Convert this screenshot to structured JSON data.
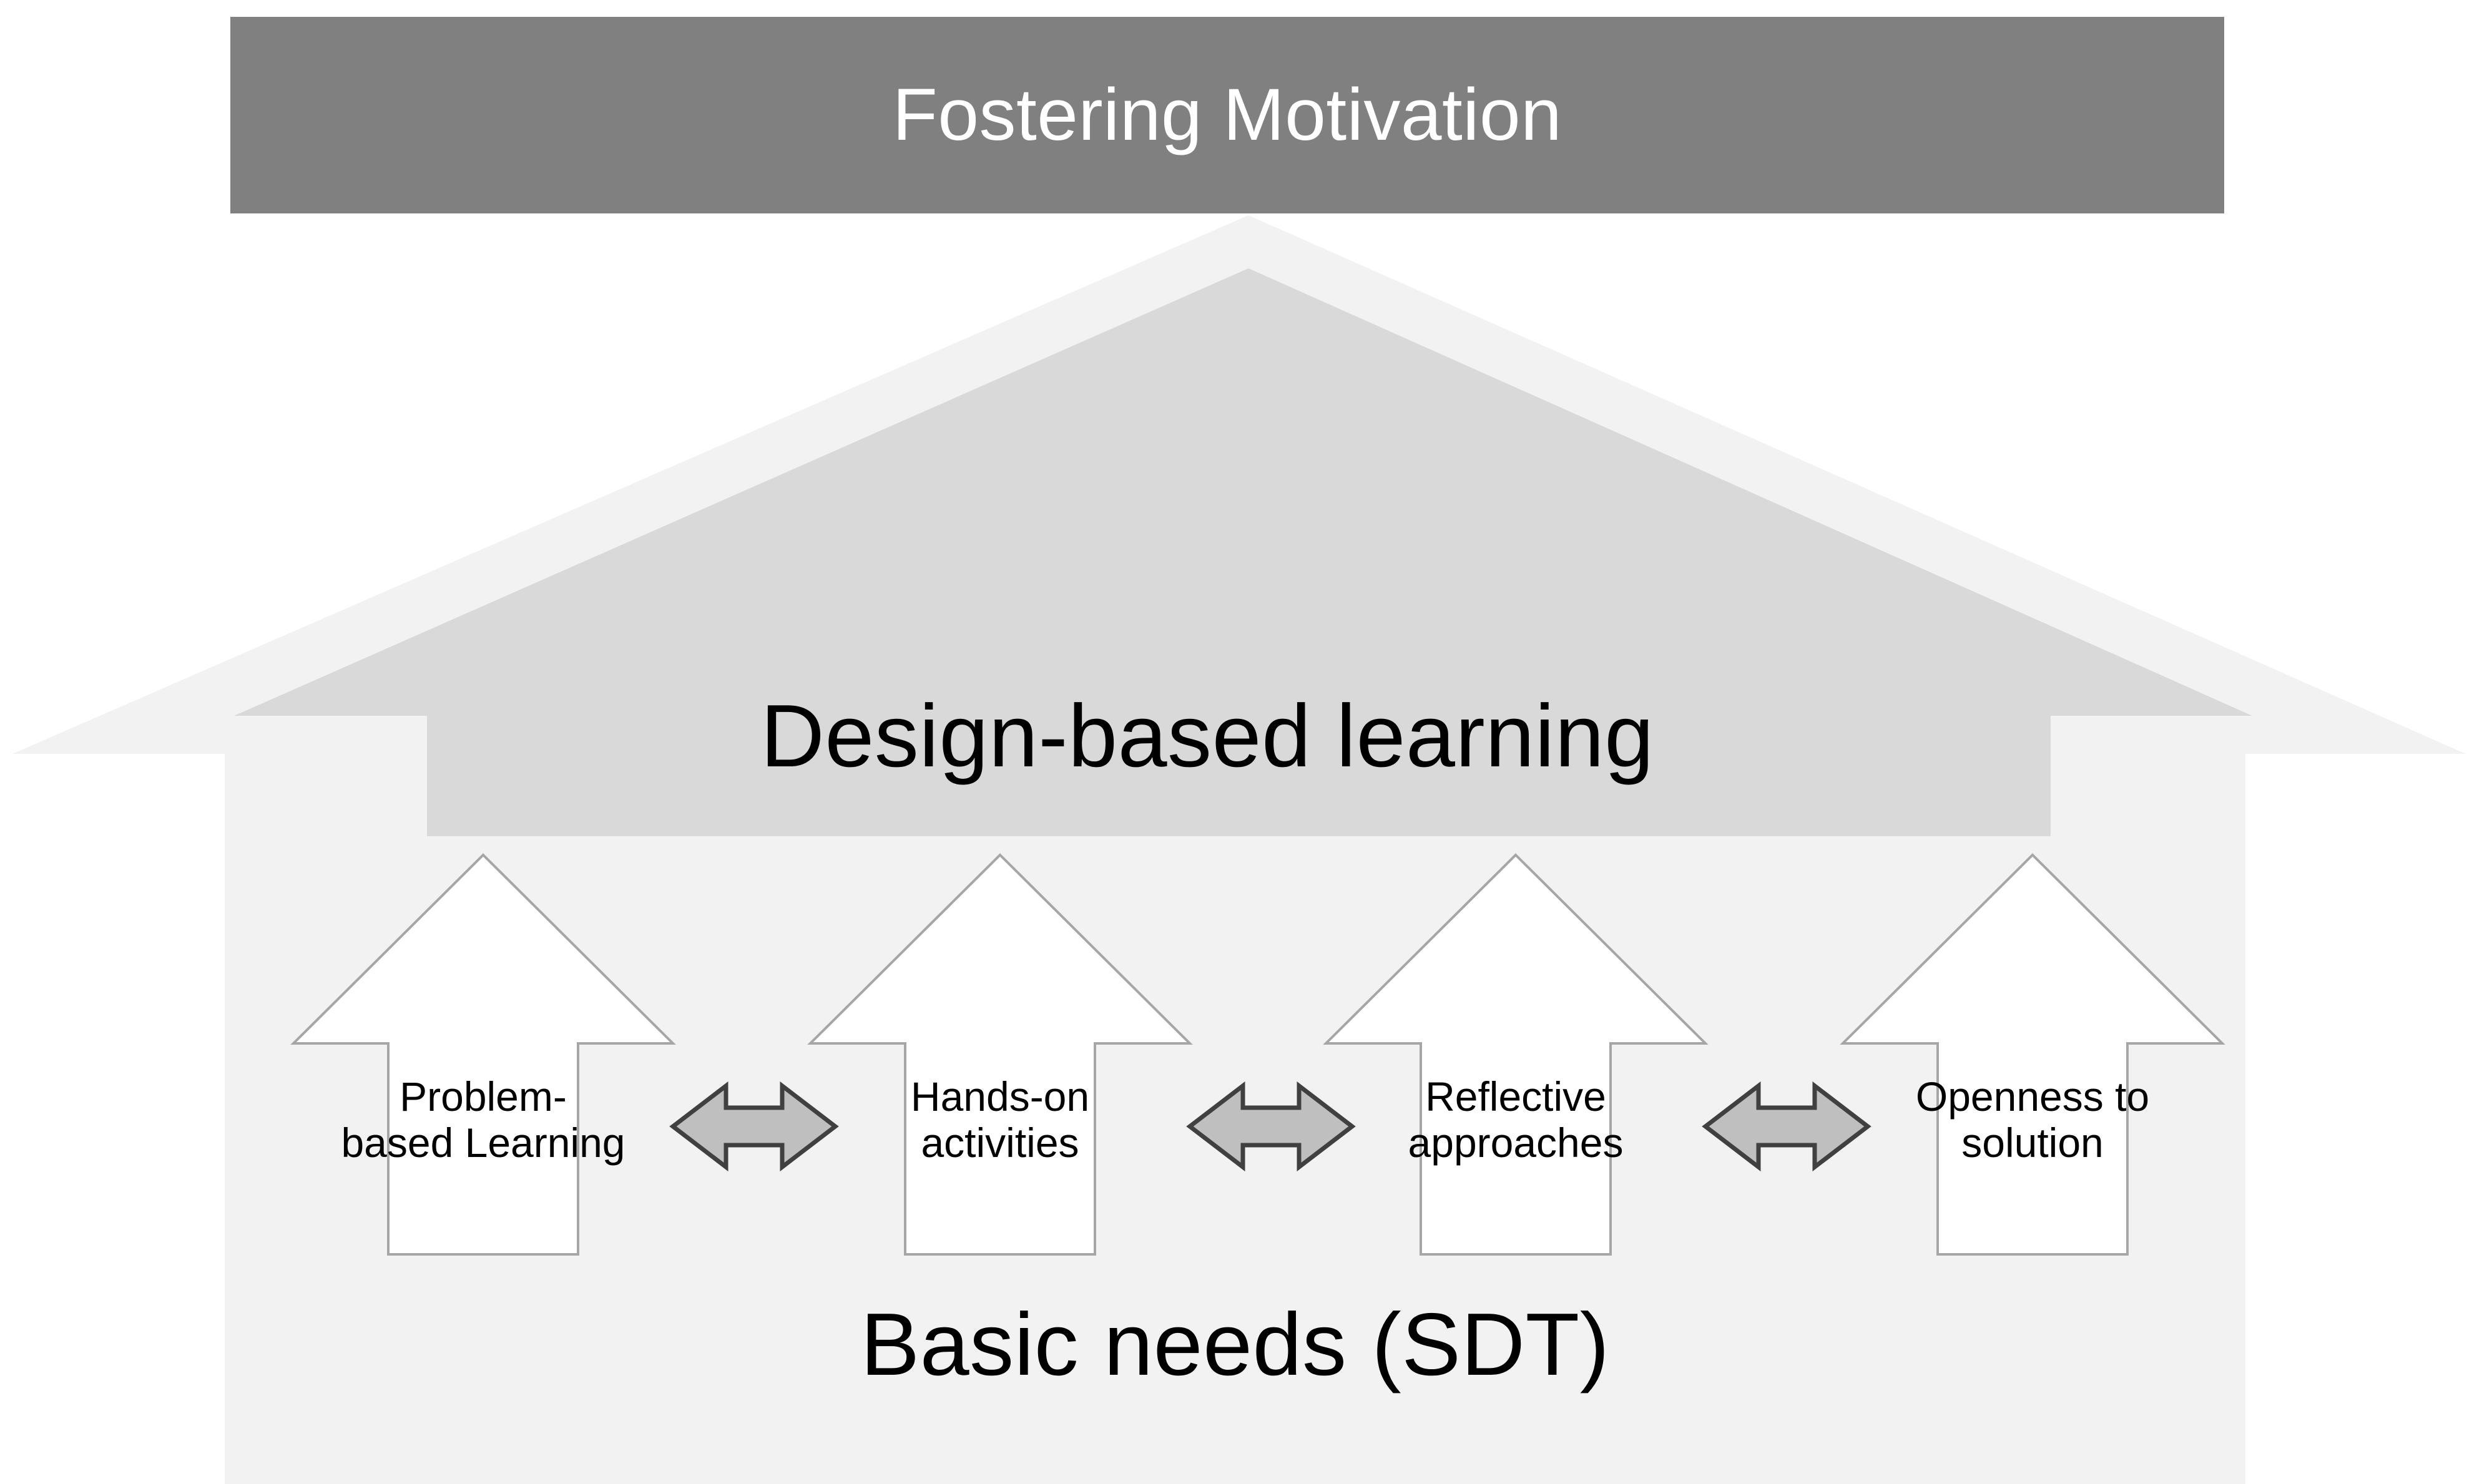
{
  "diagram": {
    "type": "house-framework-diagram",
    "header": {
      "label": "Fostering Motivation",
      "bg_color": "#808080",
      "text_color": "#ffffff"
    },
    "roof": {
      "outer_color": "#f2f2f2",
      "inner_color": "#d9d9d9",
      "shape": "upward-arrow"
    },
    "middle": {
      "label": "Design-based learning",
      "bg_color": "#d9d9d9",
      "text_color": "#000000"
    },
    "body": {
      "bg_color": "#f2f2f2"
    },
    "pillars": [
      {
        "label": "Problem-\nbased Learning",
        "fill": "#ffffff",
        "stroke": "#a6a6a6",
        "shape": "up-arrow"
      },
      {
        "label": "Hands-on\nactivities",
        "fill": "#ffffff",
        "stroke": "#a6a6a6",
        "shape": "up-arrow"
      },
      {
        "label": "Reflective\napproaches",
        "fill": "#ffffff",
        "stroke": "#a6a6a6",
        "shape": "up-arrow"
      },
      {
        "label": "Openness to\nsolution",
        "fill": "#ffffff",
        "stroke": "#a6a6a6",
        "shape": "up-arrow"
      }
    ],
    "connectors": [
      {
        "name": "connector-0-1",
        "icon": "double-arrow-horizontal-icon",
        "fill": "#bfbfbf",
        "stroke": "#404040"
      },
      {
        "name": "connector-1-2",
        "icon": "double-arrow-horizontal-icon",
        "fill": "#bfbfbf",
        "stroke": "#404040"
      },
      {
        "name": "connector-2-3",
        "icon": "double-arrow-horizontal-icon",
        "fill": "#bfbfbf",
        "stroke": "#404040"
      }
    ],
    "foundation": {
      "label": "Basic needs (SDT)",
      "text_color": "#000000"
    }
  }
}
